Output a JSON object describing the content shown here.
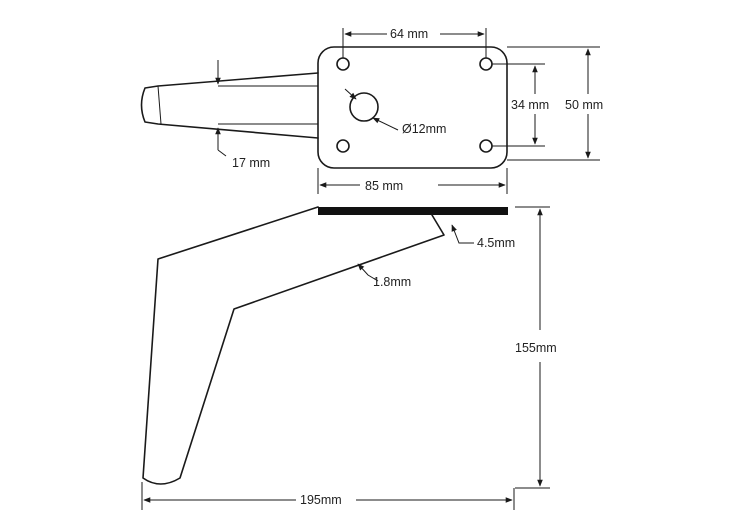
{
  "labels": {
    "plate_hole_spacing": "64 mm",
    "plate_height": "50 mm",
    "hole_vertical_spacing": "34 mm",
    "center_hole_diameter": "Ø12mm",
    "leg_thickness": "17 mm",
    "plate_width": "85 mm",
    "plate_thickness": "4.5mm",
    "wall_thickness": "1.8mm",
    "total_height": "155mm",
    "total_length": "195mm"
  }
}
